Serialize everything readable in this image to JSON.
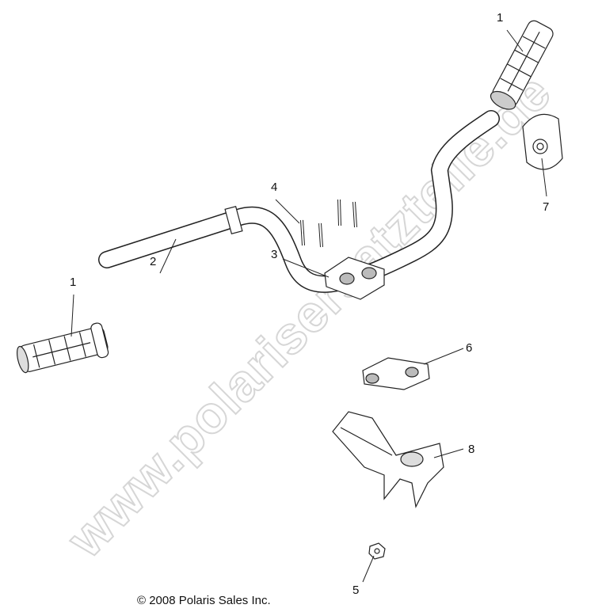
{
  "watermark": "www.polarisersatzteile.de",
  "copyright": "© 2008 Polaris Sales Inc.",
  "callouts": [
    {
      "label": "1",
      "part": "grip-right"
    },
    {
      "label": "1",
      "part": "grip-left"
    },
    {
      "label": "2",
      "part": "handlebar"
    },
    {
      "label": "3",
      "part": "upper-clamp"
    },
    {
      "label": "4",
      "part": "bolts"
    },
    {
      "label": "5",
      "part": "nut"
    },
    {
      "label": "6",
      "part": "lower-clamp"
    },
    {
      "label": "7",
      "part": "pad"
    },
    {
      "label": "8",
      "part": "bracket"
    }
  ]
}
